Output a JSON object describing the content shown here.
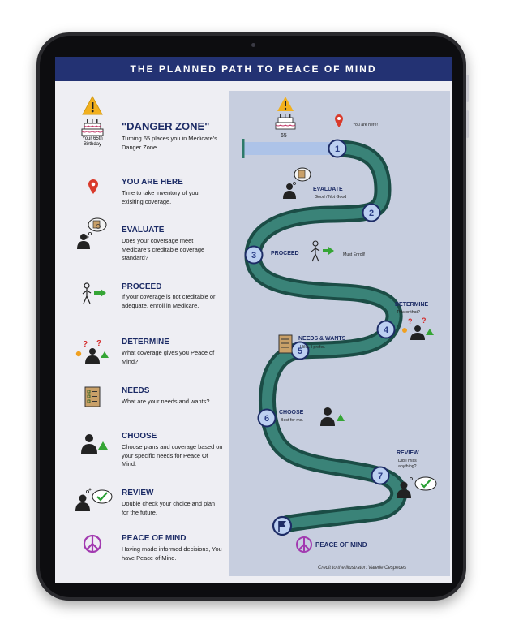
{
  "header": {
    "title": "THE PLANNED PATH TO PEACE OF MIND"
  },
  "left_panel": {
    "danger": {
      "title": "\"DANGER ZONE\"",
      "desc": "Turning 65 places you in Medicare's Danger Zone.",
      "caption": "Your 65th Birthday"
    },
    "here": {
      "title": "YOU ARE HERE",
      "desc": "Time to take inventory of your exisiting coverage."
    },
    "evaluate": {
      "title": "EVALUATE",
      "desc": "Does your coversage meet Medicare's creditable coverage standard?"
    },
    "proceed": {
      "title": "PROCEED",
      "desc": "If your coverage is not creditable or adequate, enroll in Medicare."
    },
    "determine": {
      "title": "DETERMINE",
      "desc": "What coverage gives you Peace of Mind?"
    },
    "needs": {
      "title": "NEEDS",
      "desc": "What are your needs and wants?"
    },
    "choose": {
      "title": "CHOOSE",
      "desc": "Choose plans and coverage based on your specific needs for Peace Of Mind."
    },
    "review": {
      "title": "REVIEW",
      "desc": "Double check your choice and plan for the future."
    },
    "peace": {
      "title": "PEACE OF MIND",
      "desc": "Having made informed decisions, You have Peace of Mind."
    }
  },
  "path_map": {
    "age_label": "65",
    "you_are_here": "You are here!",
    "evaluate": {
      "label": "EVALUATE",
      "sub": "Good / Not Good"
    },
    "proceed": {
      "label": "PROCEED",
      "sub": "Must Enroll!"
    },
    "determine": {
      "label": "DETERMINE",
      "sub": "This or that?"
    },
    "needs": {
      "label": "NEEDS & WANTS",
      "sub": "I like. I prefer."
    },
    "choose": {
      "label": "CHOOSE",
      "sub": "Best for me."
    },
    "review": {
      "label": "REVIEW",
      "sub1": "Did I miss",
      "sub2": "anything?"
    },
    "peace": {
      "label": "PEACE OF MIND"
    },
    "steps": [
      "1",
      "2",
      "3",
      "4",
      "5",
      "6",
      "7"
    ],
    "credit": "Credit to the illustrator: Valerie Cespedes"
  },
  "colors": {
    "header": "#233273",
    "path_dark": "#1b4d46",
    "path_light": "#3a8378",
    "accent": "#233273"
  }
}
